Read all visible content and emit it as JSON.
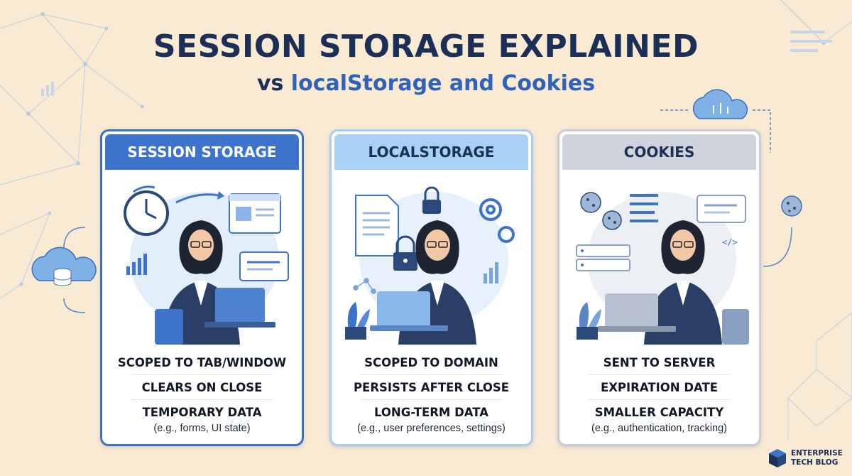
{
  "title": "SESSION STORAGE EXPLAINED",
  "subtitle": {
    "prefix": "vs ",
    "highlight": "localStorage and Cookies"
  },
  "cards": [
    {
      "heading": "SESSION STORAGE",
      "features": [
        "SCOPED TO TAB/WINDOW",
        "CLEARS ON CLOSE",
        "TEMPORARY DATA"
      ],
      "note": "(e.g., forms, UI state)"
    },
    {
      "heading": "LOCALSTORAGE",
      "features": [
        "SCOPED TO DOMAIN",
        "PERSISTS AFTER CLOSE",
        "LONG-TERM DATA"
      ],
      "note": "(e.g., user preferences, settings)"
    },
    {
      "heading": "COOKIES",
      "features": [
        "SENT TO SERVER",
        "EXPIRATION DATE",
        "SMALLER CAPACITY"
      ],
      "note": "(e.g., authentication, tracking)"
    }
  ],
  "brand": {
    "line1": "ENTERPRISE",
    "line2": "TECH BLOG"
  },
  "colors": {
    "background": "#f8ead3",
    "navy": "#1c2f56",
    "accent_blue": "#2e63b8",
    "session_header": "#3e73cb",
    "local_header": "#a9d1f4",
    "cookies_header": "#cfd3dc"
  },
  "icons": [
    "clock-icon",
    "arrow-icon",
    "browser-window-icon",
    "chat-bubble-icon",
    "bar-chart-icon",
    "document-icon",
    "padlock-icon",
    "gear-icon",
    "network-icon",
    "plant-icon",
    "cookie-icon",
    "server-icon",
    "code-icon",
    "cloud-database-icon",
    "cube-logo-icon"
  ]
}
